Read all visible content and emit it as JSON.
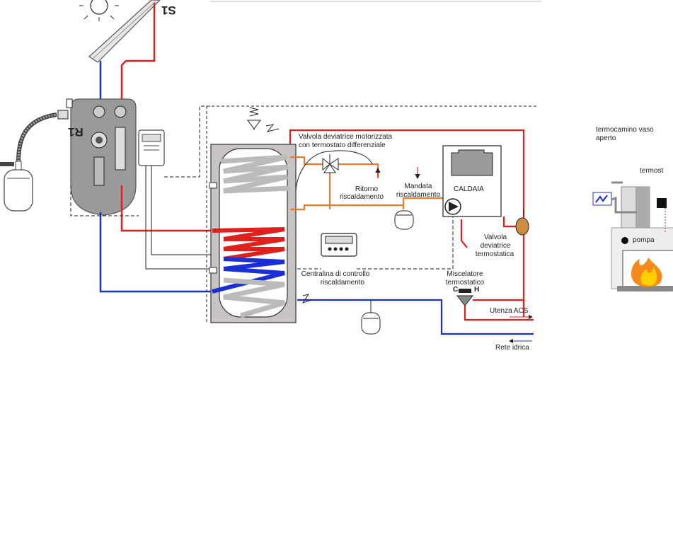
{
  "labels": {
    "s1": "S1",
    "r1": "R1",
    "valvola_deviatrice": "Valvola deviatrice motorizzata",
    "con_termostato": "con termostato differenziale",
    "ritorno": "Ritorno",
    "riscaldamento_1": "riscaldamento",
    "mandata": "Mandata",
    "riscaldamento_2": "riscaldamento",
    "caldaia": "CALDAIA",
    "valvola_2": "Valvola",
    "deviatrice": "deviatrice",
    "termostatica": "termostatica",
    "centralina_1": "Centralina di controllo",
    "centralina_2": "riscaldamento",
    "miscelatore": "Miscelatore",
    "termostatico": "termostatico",
    "c_label": "C",
    "h_label": "H",
    "utenza": "Utenza ACS",
    "rete": "Rete idrica",
    "termocamino_1": "termocamino vaso",
    "termocamino_2": "aperto",
    "termost": "termost",
    "pompa": "pompa"
  },
  "colors": {
    "hot": "#e0201c",
    "cold": "#1a2fd6",
    "heating": "#f07a2a",
    "tank": "#c8c4c4",
    "unit": "#9a9a9a"
  },
  "icons": [
    "sun-icon",
    "solar-collector-icon",
    "pump-icon",
    "expansion-vessel-icon",
    "controller-icon",
    "flame-icon"
  ]
}
